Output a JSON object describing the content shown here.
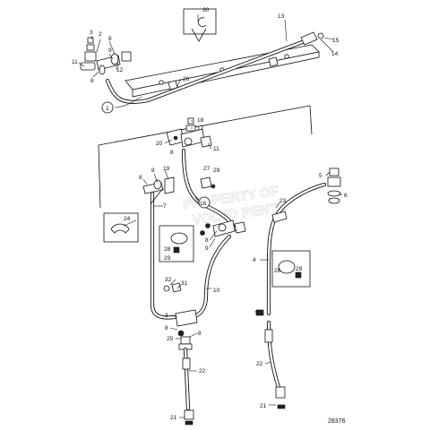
{
  "diagram": {
    "reference_number": "28376",
    "watermark_lines": [
      "PROPERTY OF",
      "VOLVO PENTA"
    ],
    "labels": [
      {
        "id": "l30",
        "text": "30"
      },
      {
        "id": "l13",
        "text": "13"
      },
      {
        "id": "l15",
        "text": "15"
      },
      {
        "id": "l14",
        "text": "14"
      },
      {
        "id": "l3",
        "text": "3"
      },
      {
        "id": "l2",
        "text": "2"
      },
      {
        "id": "l8a",
        "text": "8"
      },
      {
        "id": "l9a",
        "text": "9"
      },
      {
        "id": "l11a",
        "text": "11"
      },
      {
        "id": "l12",
        "text": "12"
      },
      {
        "id": "l8b",
        "text": "8"
      },
      {
        "id": "l26",
        "text": "26"
      },
      {
        "id": "l1",
        "text": "1"
      },
      {
        "id": "l18",
        "text": "18"
      },
      {
        "id": "l17",
        "text": "17"
      },
      {
        "id": "l20",
        "text": "20"
      },
      {
        "id": "l8c",
        "text": "8"
      },
      {
        "id": "l11b",
        "text": "11"
      },
      {
        "id": "l8d",
        "text": "8"
      },
      {
        "id": "l19",
        "text": "19"
      },
      {
        "id": "l8e",
        "text": "8"
      },
      {
        "id": "l27a",
        "text": "27"
      },
      {
        "id": "l29a",
        "text": "29"
      },
      {
        "id": "l7",
        "text": "7"
      },
      {
        "id": "l16",
        "text": "16"
      },
      {
        "id": "l23",
        "text": "23"
      },
      {
        "id": "l5",
        "text": "5"
      },
      {
        "id": "l6",
        "text": "6"
      },
      {
        "id": "l24",
        "text": "24"
      },
      {
        "id": "l28a",
        "text": "28"
      },
      {
        "id": "l29b",
        "text": "29"
      },
      {
        "id": "l8f",
        "text": "8"
      },
      {
        "id": "l9b",
        "text": "9"
      },
      {
        "id": "l4",
        "text": "4"
      },
      {
        "id": "l28b",
        "text": "28"
      },
      {
        "id": "l29c",
        "text": "29"
      },
      {
        "id": "l32",
        "text": "32"
      },
      {
        "id": "l31",
        "text": "31"
      },
      {
        "id": "l10",
        "text": "10"
      },
      {
        "id": "l3b",
        "text": "3"
      },
      {
        "id": "l8g",
        "text": "8"
      },
      {
        "id": "l25",
        "text": "25"
      },
      {
        "id": "l8h",
        "text": "8"
      },
      {
        "id": "l22a",
        "text": "22"
      },
      {
        "id": "l22b",
        "text": "22"
      },
      {
        "id": "l21a",
        "text": "21"
      },
      {
        "id": "l21b",
        "text": "21"
      }
    ]
  }
}
